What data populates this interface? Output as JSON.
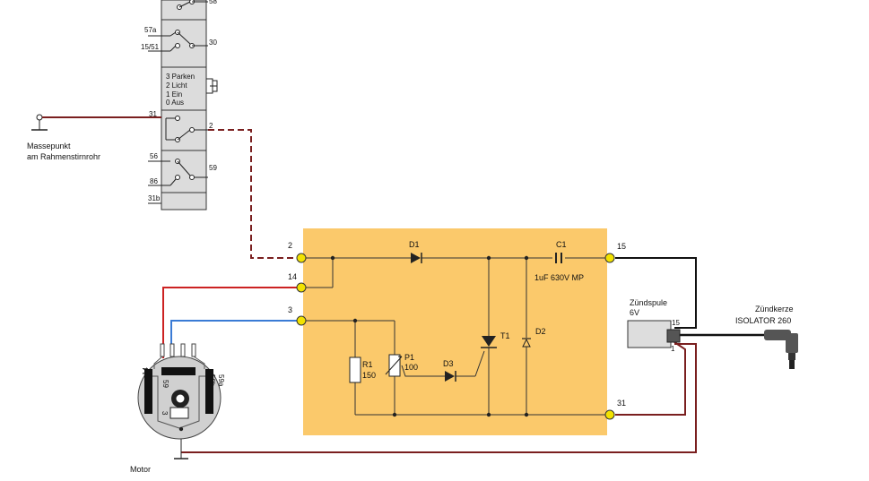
{
  "colors": {
    "board": "#fbc96b",
    "wire_red": "#cc2222",
    "wire_dark": "#7a1f1f",
    "wire_blue": "#3a7bd5",
    "wire_black": "#111111",
    "terminal": "#f2e200",
    "switch_body": "#dcdcdc",
    "coil_body": "#dddddd",
    "plug_body": "#555555"
  },
  "ground": {
    "label_line1": "Massepunkt",
    "label_line2": "am Rahmenstirnrohr"
  },
  "switch_block": {
    "top_terminal_right": "58",
    "left_57a": "57a",
    "left_1551": "15/51",
    "right_30": "30",
    "legend": [
      "3 Parken",
      "2 Licht",
      "1 Ein",
      "0 Aus"
    ],
    "left_31": "31",
    "right_2": "2",
    "left_56": "56",
    "left_86": "86",
    "right_59": "59",
    "left_31b": "31b"
  },
  "board": {
    "terminals": {
      "t2": "2",
      "t14": "14",
      "t3": "3",
      "t15": "15",
      "t31": "31"
    },
    "components": {
      "d1": "D1",
      "c1": "C1",
      "c1_value": "1uF 630V MP",
      "t1": "T1",
      "d2": "D2",
      "r1": "R1",
      "r1_value": "150",
      "p1": "P1",
      "p1_value": "100",
      "d3": "D3"
    }
  },
  "coil": {
    "label_line1": "Zündspule",
    "label_line2": "6V",
    "pin_15": "15",
    "pin_1": "1"
  },
  "plug": {
    "label_line1": "Zündkerze",
    "label_line2": "ISOLATOR 260"
  },
  "motor": {
    "label": "Motor",
    "pin_14": "14",
    "pin_59": "59",
    "pin_59b": "59b",
    "pin_59a": "59a",
    "pin_3": "3"
  }
}
